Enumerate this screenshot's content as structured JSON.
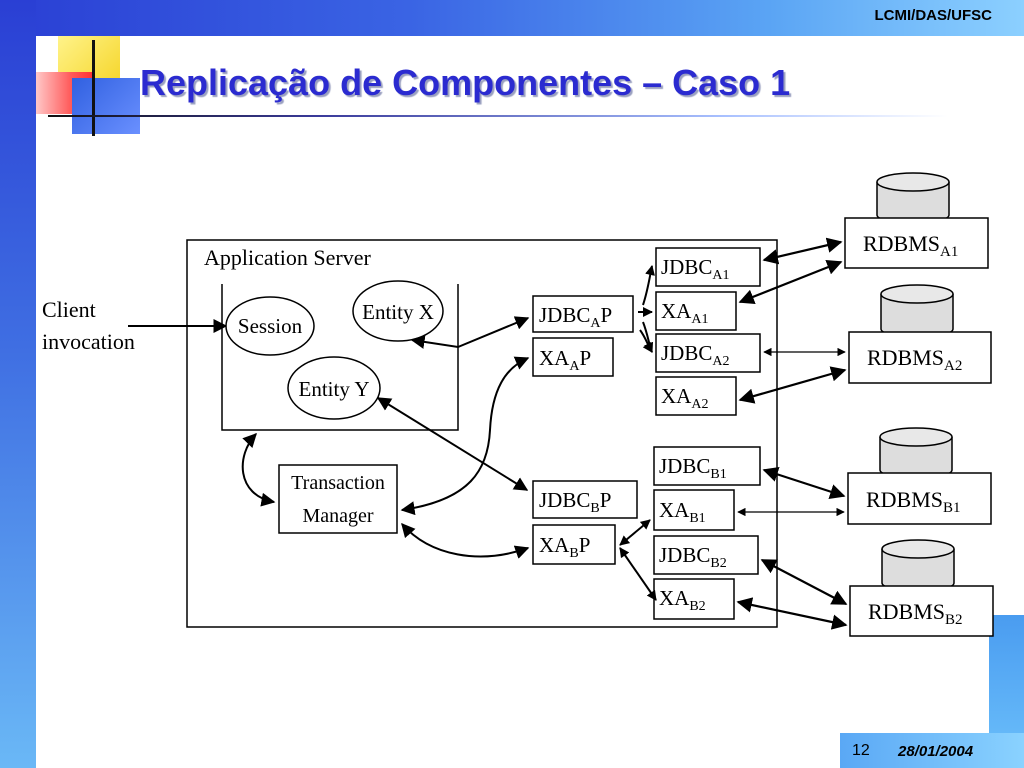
{
  "header": {
    "org_label": "LCMI/DAS/UFSC"
  },
  "slide": {
    "title": "Replicação de Componentes – Caso 1"
  },
  "footer": {
    "page_number": "12",
    "date": "28/01/2004"
  },
  "diagram": {
    "client_line1": "Client",
    "client_line2": "invocation",
    "app_server": "Application Server",
    "session": "Session",
    "entity_x": "Entity X",
    "entity_y": "Entity Y",
    "tm_line1": "Transaction",
    "tm_line2": "Manager",
    "jdbc_a_p": {
      "base": "JDBC",
      "sub": "A",
      "suffix": "P"
    },
    "xa_a_p": {
      "base": "XA",
      "sub": "A",
      "suffix": "P"
    },
    "jdbc_b_p": {
      "base": "JDBC",
      "sub": "B",
      "suffix": "P"
    },
    "xa_b_p": {
      "base": "XA",
      "sub": "B",
      "suffix": "P"
    },
    "jdbc_a1": {
      "base": "JDBC",
      "sub": "A1"
    },
    "xa_a1": {
      "base": "XA",
      "sub": "A1"
    },
    "jdbc_a2": {
      "base": "JDBC",
      "sub": "A2"
    },
    "xa_a2": {
      "base": "XA",
      "sub": "A2"
    },
    "jdbc_b1": {
      "base": "JDBC",
      "sub": "B1"
    },
    "xa_b1": {
      "base": "XA",
      "sub": "B1"
    },
    "jdbc_b2": {
      "base": "JDBC",
      "sub": "B2"
    },
    "xa_b2": {
      "base": "XA",
      "sub": "B2"
    },
    "rdbms_a1": {
      "base": "RDBMS",
      "sub": "A1"
    },
    "rdbms_a2": {
      "base": "RDBMS",
      "sub": "A2"
    },
    "rdbms_b1": {
      "base": "RDBMS",
      "sub": "B1"
    },
    "rdbms_b2": {
      "base": "RDBMS",
      "sub": "B2"
    }
  }
}
